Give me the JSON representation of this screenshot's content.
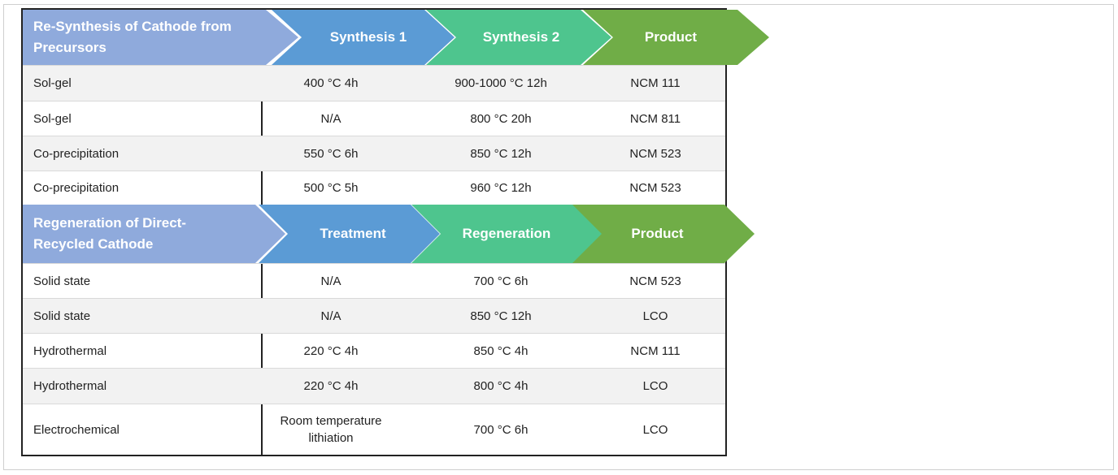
{
  "colors": {
    "lavender": "#8faadc",
    "blue": "#5b9bd5",
    "teal": "#4ec58e",
    "green": "#70ad47",
    "border": "#222222"
  },
  "section1": {
    "title": "Re-Synthesis of Cathode from Precursors",
    "title_line1": "Re-Synthesis of Cathode from",
    "title_line2": "Precursors",
    "step1": "Synthesis 1",
    "step2": "Synthesis 2",
    "step3": "Product",
    "rows": [
      {
        "method": "Sol-gel",
        "s1": "400 °C 4h",
        "s2": "900-1000 °C 12h",
        "product": "NCM 111"
      },
      {
        "method": "Sol-gel",
        "s1": "N/A",
        "s2": "800 °C 20h",
        "product": "NCM 811"
      },
      {
        "method": "Co-precipitation",
        "s1": "550 °C 6h",
        "s2": "850 °C 12h",
        "product": "NCM 523"
      },
      {
        "method": "Co-precipitation",
        "s1": "500 °C 5h",
        "s2": "960 °C 12h",
        "product": "NCM 523"
      }
    ]
  },
  "section2": {
    "title_line1": "Regeneration of Direct-",
    "title_line2": "Recycled Cathode",
    "step1": "Treatment",
    "step2": "Regeneration",
    "step3": "Product",
    "rows": [
      {
        "method": "Solid state",
        "s1": "N/A",
        "s2": "700 °C 6h",
        "product": "NCM 523"
      },
      {
        "method": "Solid state",
        "s1": "N/A",
        "s2": "850 °C 12h",
        "product": "LCO"
      },
      {
        "method": "Hydrothermal",
        "s1": "220 °C 4h",
        "s2": "850 °C 4h",
        "product": "NCM 111"
      },
      {
        "method": "Hydrothermal",
        "s1": "220 °C 4h",
        "s2": "800 °C 4h",
        "product": "LCO"
      },
      {
        "method": "Electrochemical",
        "s1_line1": "Room temperature",
        "s1_line2": "lithiation",
        "s2": "700 °C 6h",
        "product": "LCO"
      }
    ]
  }
}
